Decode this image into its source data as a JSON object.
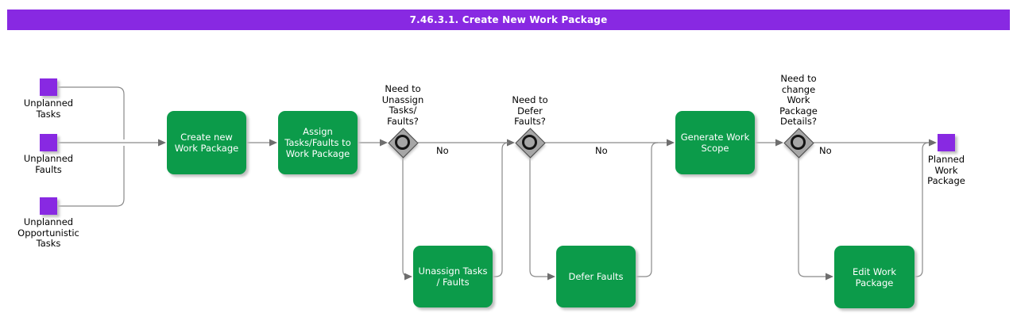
{
  "title_bar": {
    "text": "7.46.3.1. Create New Work Package"
  },
  "colors": {
    "title_bar_purple": "#8829E2",
    "start_end_purple": "#8829E2",
    "process_green": "#0C9B4A",
    "connector_gray": "#8a8a8a",
    "decision_gray": "#A6A6A6"
  },
  "inputs": [
    {
      "label": "Unplanned\nTasks"
    },
    {
      "label": "Unplanned\nFaults"
    },
    {
      "label": "Unplanned\nOpportunistic\nTasks"
    }
  ],
  "processes": [
    {
      "label": "Create new\nWork Package"
    },
    {
      "label": "Assign\nTasks/Faults to\nWork Package"
    },
    {
      "label": "Unassign Tasks\n/ Faults"
    },
    {
      "label": "Defer Faults"
    },
    {
      "label": "Generate Work\nScope"
    },
    {
      "label": "Edit Work\nPackage"
    }
  ],
  "decisions": [
    {
      "label": "Need to\nUnassign\nTasks/\nFaults?",
      "no_label": "No"
    },
    {
      "label": "Need to\nDefer\nFaults?",
      "no_label": "No"
    },
    {
      "label": "Need to\nchange\nWork\nPackage\nDetails?",
      "no_label": "No"
    }
  ],
  "output": {
    "label": "Planned\nWork\nPackage"
  }
}
